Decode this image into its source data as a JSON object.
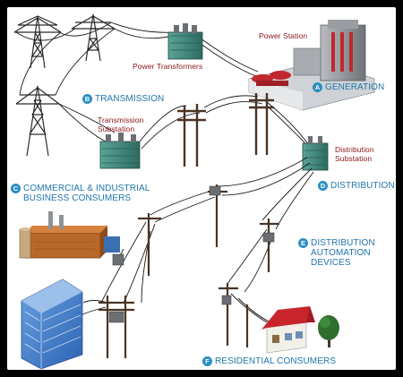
{
  "labels": {
    "power_station": "Power Station",
    "power_transformers": "Power Transformers",
    "generation": {
      "letter": "A",
      "text": "GENERATION"
    },
    "transmission": {
      "letter": "B",
      "text": "TRANSMISSION"
    },
    "transmission_substation": {
      "line1": "Transmission",
      "line2": "Substation"
    },
    "distribution_substation": {
      "line1": "Distribution",
      "line2": "Substation"
    },
    "commercial": {
      "letter": "C",
      "line1": "COMMERCIAL & INDUSTRIAL",
      "line2": "BUSINESS CONSUMERS"
    },
    "distribution": {
      "letter": "D",
      "text": "DISTRIBUTION"
    },
    "automation": {
      "letter": "E",
      "line1": "DISTRIBUTION",
      "line2": "AUTOMATION",
      "line3": "DEVICES"
    },
    "residential": {
      "letter": "F",
      "text": "RESIDENTIAL CONSUMERS"
    }
  },
  "colors": {
    "label_blue": "#1f75a8",
    "label_red": "#8b1218",
    "badge": "#2a8fc3",
    "wire": "#1a1a1a",
    "pole": "#4a3426",
    "transformer": "#3d7f74"
  }
}
